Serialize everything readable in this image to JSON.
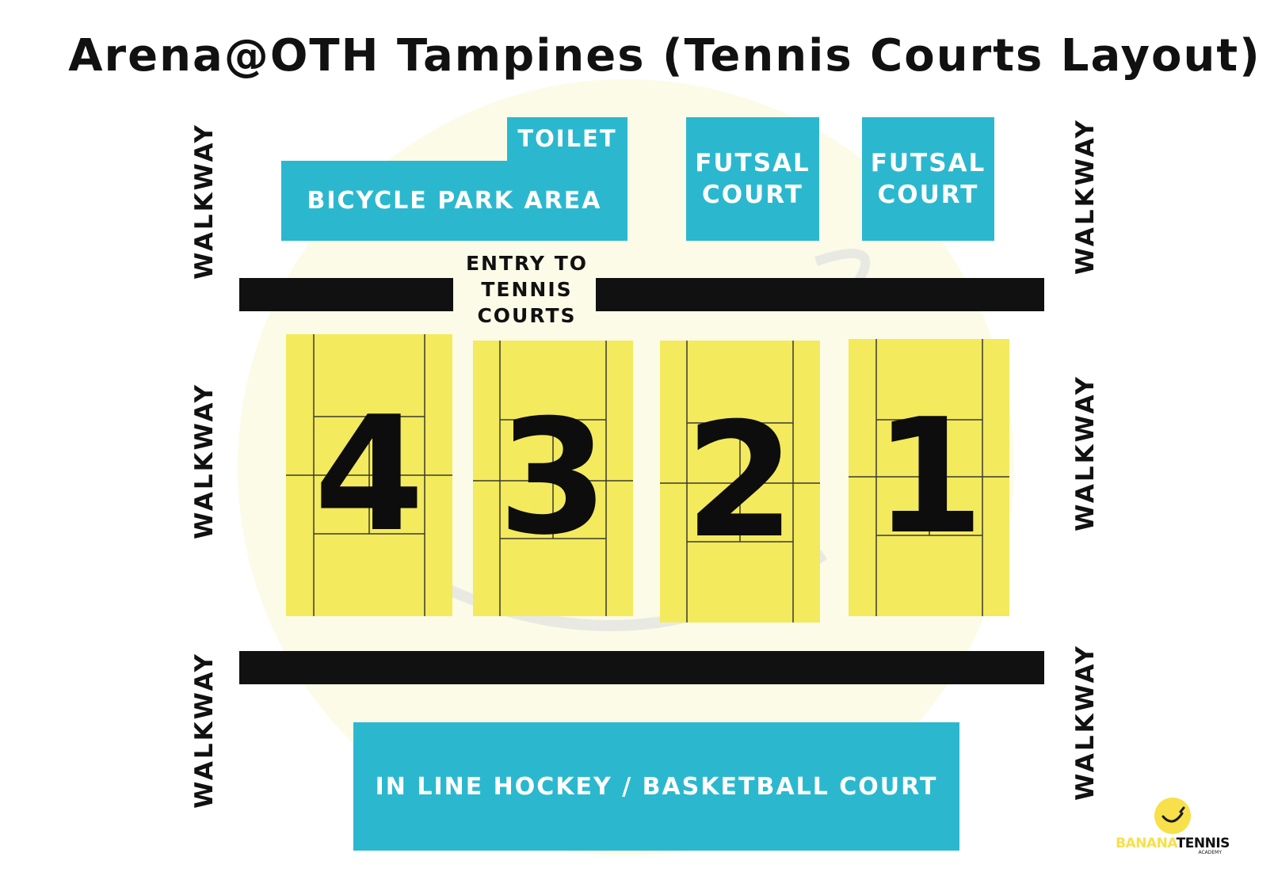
{
  "title": "Arena@OTH Tampines (Tennis Courts Layout)",
  "facilities": {
    "toilet": "TOILET",
    "bicycle_park": "BICYCLE PARK AREA",
    "futsal_1": "FUTSAL\nCOURT",
    "futsal_2": "FUTSAL\nCOURT",
    "hockey_basketball": "IN LINE HOCKEY / BASKETBALL COURT"
  },
  "entry_label": "ENTRY TO\nTENNIS\nCOURTS",
  "walkway_label": "WALKWAY",
  "courts": [
    "4",
    "3",
    "2",
    "1"
  ],
  "logo": {
    "part1": "BANANA",
    "part2": "TENNIS",
    "sub": "ACADEMY"
  },
  "colors": {
    "facility": "#2bb8cf",
    "court": "#f3ea5d",
    "court_lines": "#3a3a30",
    "barrier": "#111111",
    "logo_yellow": "#f7e04a"
  }
}
